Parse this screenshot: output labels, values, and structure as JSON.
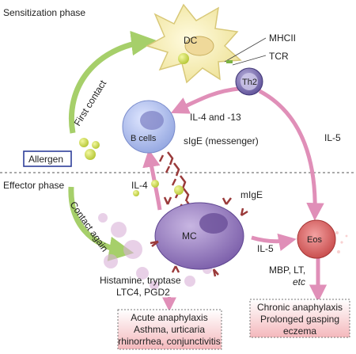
{
  "phases": {
    "sensitization": "Sensitization phase",
    "effector": "Effector phase"
  },
  "cells": {
    "dc": "DC",
    "th2": "Th2",
    "b_cells": "B cells",
    "mc": "MC",
    "eos": "Eos"
  },
  "molecules": {
    "mhcii": "MHCII",
    "tcr": "TCR",
    "il4_13": "IL-4 and -13",
    "il5_right": "IL-5",
    "sige": "sIgE (messenger)",
    "il4": "IL-4",
    "migE": "mIgE",
    "il5_mc": "IL-5",
    "mbp_lt": "MBP, LT,",
    "etc": "etc",
    "histamine": "Histamine, tryptase",
    "ltc4": "LTC4, PGD2"
  },
  "events": {
    "first_contact": "First contact",
    "contact_again": "Contact again",
    "allergen": "Allergen"
  },
  "outcomes": {
    "acute": [
      "Acute anaphylaxis",
      "Asthma, urticaria",
      "rhinorrhea, conjunctivitis"
    ],
    "chronic": [
      "Chronic anaphylaxis",
      "Prolonged gasping",
      "eczema"
    ]
  },
  "colors": {
    "arrow_green": "#a6cf6a",
    "arrow_pink": "#e08fb8",
    "allergen_box": "#2f3f99",
    "mc_purple": "#8e74b7",
    "b_cell_blue": "#aab8e8",
    "eos_red": "#d65a5a",
    "dc_yellow": "#f4eaa6"
  }
}
